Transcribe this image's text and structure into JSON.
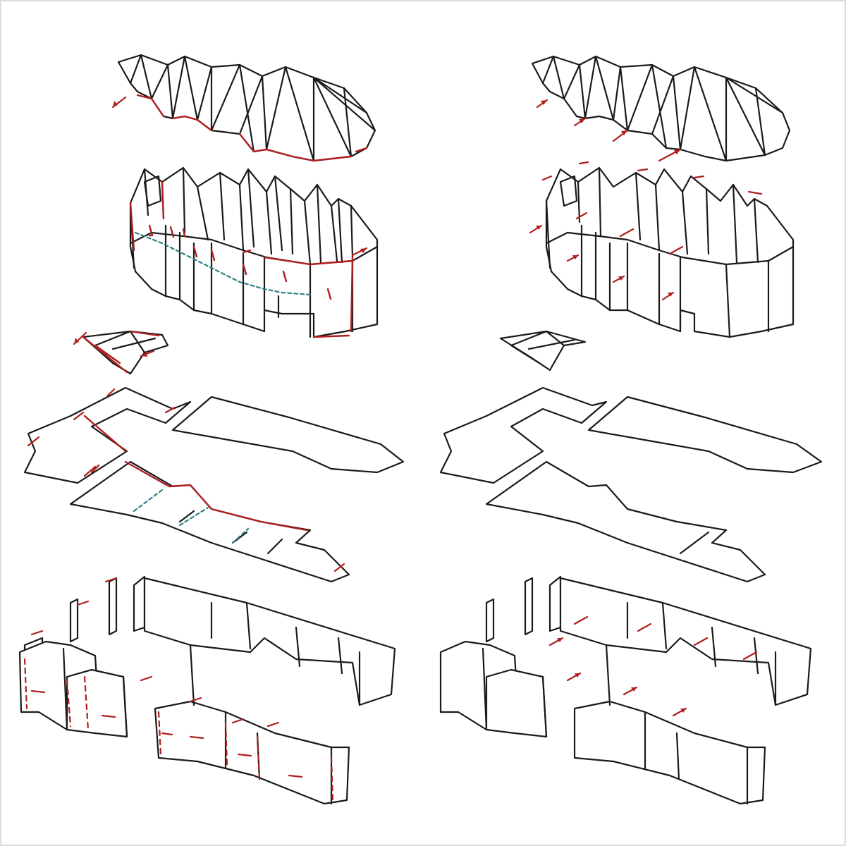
{
  "colors": {
    "ink": "#1a1a1a",
    "annotation_red": "#b01e1e",
    "seam_teal": "#2f7f86",
    "frame": "#d0d0d0",
    "background": "#ffffff"
  },
  "panels": [
    {
      "id": "left",
      "layers": [
        "roof",
        "upper-walls",
        "small-roof-piece",
        "floor-plates",
        "ground-walls"
      ]
    },
    {
      "id": "right",
      "layers": [
        "roof",
        "upper-walls",
        "small-roof-piece",
        "floor-plates",
        "ground-walls"
      ]
    }
  ]
}
